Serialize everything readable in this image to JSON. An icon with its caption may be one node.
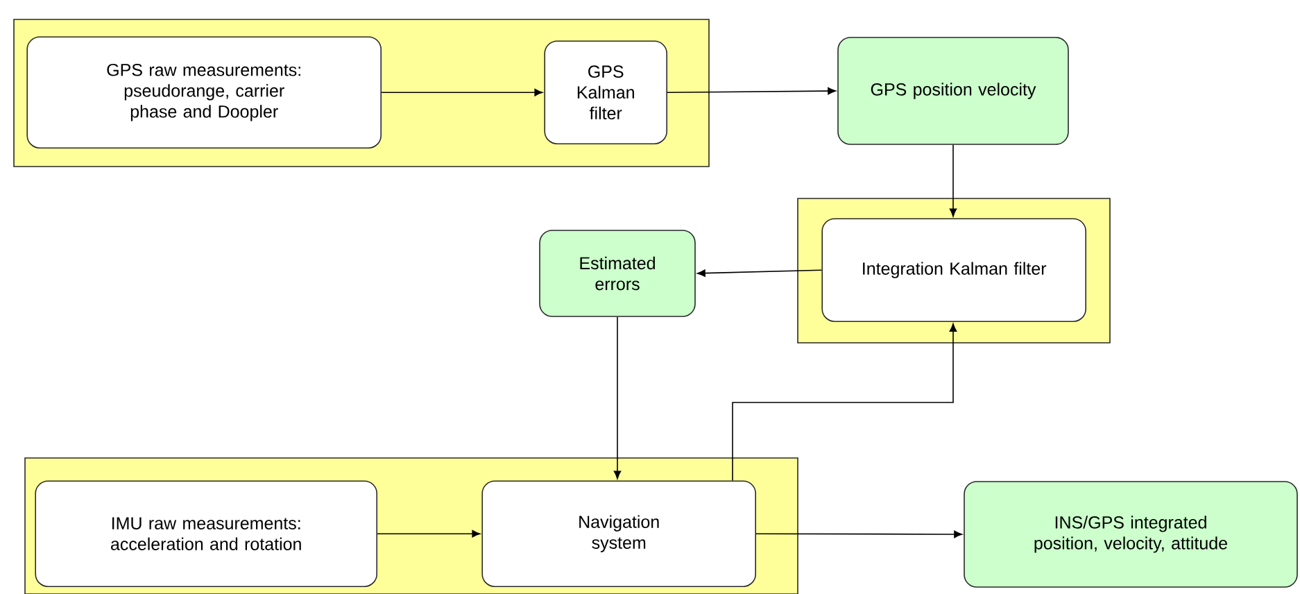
{
  "diagram": {
    "nodes": [
      {
        "text": [],
        "shape": "box"
      },
      {
        "text": [
          "GPS raw measurements: pseudorange, carrier phase and Doopler"
        ],
        "in": 0
      },
      {
        "text": [
          "GPS Kalman filter"
        ],
        "in": 0
      },
      {
        "text": [
          "GPS position velocity"
        ]
      },
      {
        "text": [],
        "shape": "box"
      },
      {
        "text": [
          "Integration Kalman filter"
        ],
        "in": 4
      },
      {
        "text": [
          "Estimated errors"
        ]
      },
      {
        "text": [],
        "shape": "box"
      },
      {
        "text": [
          "IMU raw measurements: acceleration and rotation"
        ],
        "in": 7
      },
      {
        "text": [
          "Navigation system"
        ],
        "in": 7
      },
      {
        "text": [
          "INS/GPS integrated position, velocity, attitude"
        ]
      }
    ],
    "edges": [
      {
        "from": 1,
        "to": 2,
        "arrow": "to"
      },
      {
        "from": 2,
        "to": 3,
        "arrow": "to"
      },
      {
        "from": 3,
        "to": 5,
        "arrow": "to"
      },
      {
        "from": 5,
        "to": 6,
        "arrow": "to"
      },
      {
        "from": 6,
        "to": 9,
        "arrow": "to"
      },
      {
        "from": 9,
        "to": 5,
        "arrow": "to"
      },
      {
        "from": 8,
        "to": 9,
        "arrow": "to"
      },
      {
        "from": 9,
        "to": 10,
        "arrow": "to"
      }
    ]
  }
}
